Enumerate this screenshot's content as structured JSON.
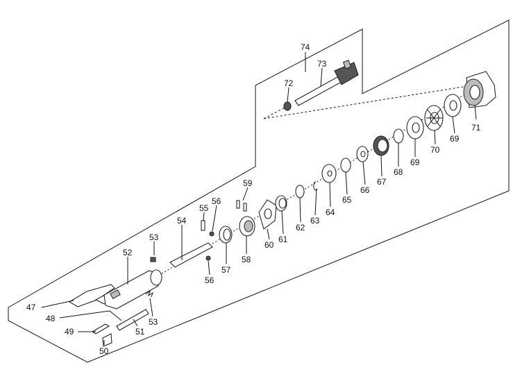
{
  "labels": {
    "p47": "47",
    "p48": "48",
    "p49": "49",
    "p50": "50",
    "p51": "51",
    "p52": "52",
    "p53a": "53",
    "p53b": "53",
    "p54": "54",
    "p55": "55",
    "p56a": "56",
    "p56b": "56",
    "p57": "57",
    "p58": "58",
    "p59": "59",
    "p60": "60",
    "p61": "61",
    "p62": "62",
    "p63": "63",
    "p64": "64",
    "p65": "65",
    "p66": "66",
    "p67": "67",
    "p68": "68",
    "p69a": "69",
    "p69b": "69",
    "p70": "70",
    "p71": "71",
    "p72": "72",
    "p73": "73",
    "p74": "74"
  }
}
